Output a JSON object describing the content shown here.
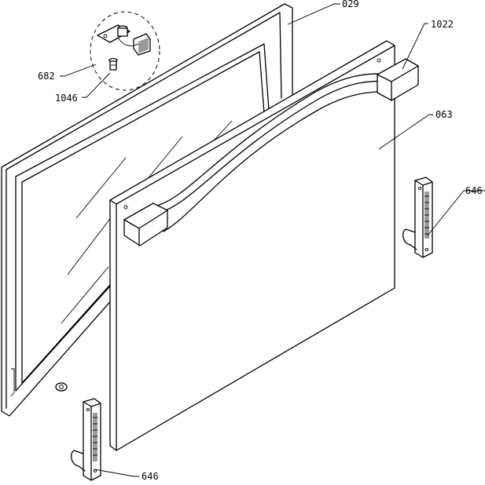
{
  "labels": {
    "l029": "029",
    "l1022": "1022",
    "l063": "063",
    "l682": "682",
    "l1046": "1046",
    "l646_right": "646",
    "l646_bottom": "646"
  }
}
